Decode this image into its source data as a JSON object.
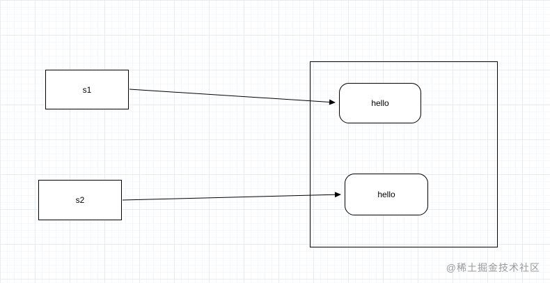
{
  "nodes": {
    "s1": {
      "label": "s1"
    },
    "s2": {
      "label": "s2"
    },
    "hello1": {
      "label": "hello"
    },
    "hello2": {
      "label": "hello"
    }
  },
  "watermark": "@稀土掘金技术社区",
  "colors": {
    "stroke": "#000000",
    "grid_major": "#e9ecef",
    "grid_minor": "#f6f7f8",
    "watermark": "#999999",
    "background": "#ffffff"
  }
}
